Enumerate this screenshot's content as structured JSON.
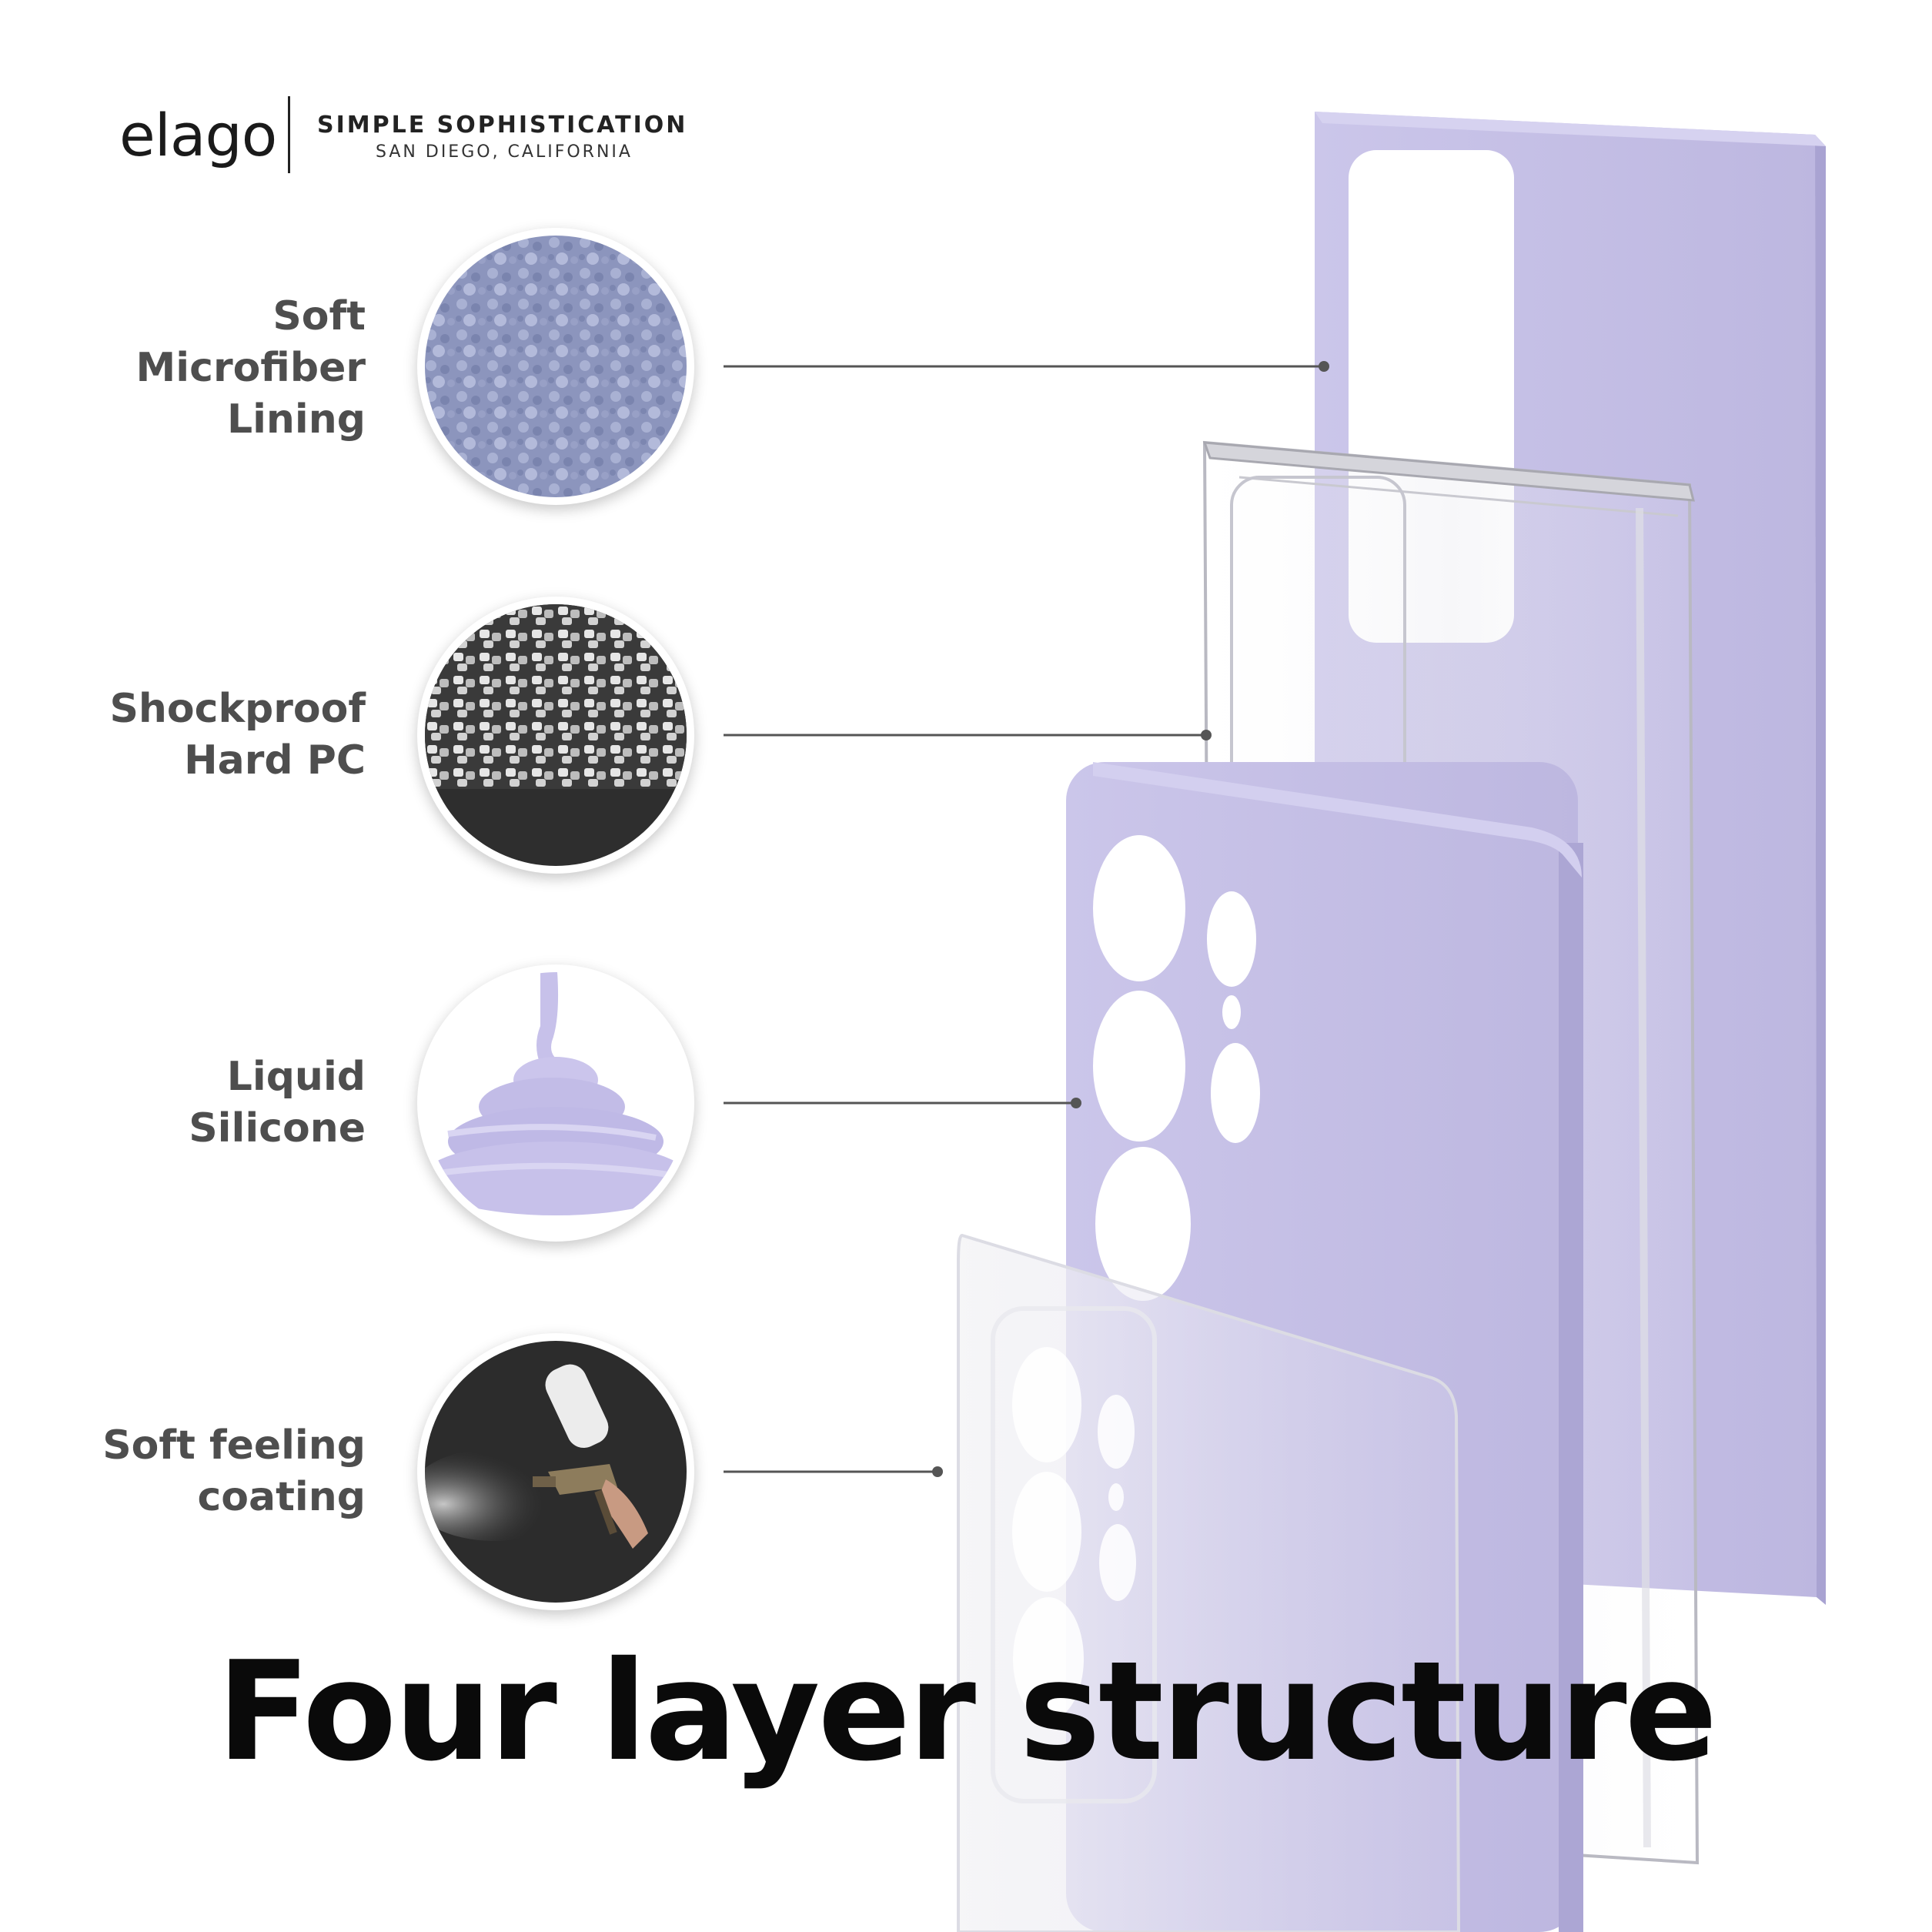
{
  "header": {
    "brand": "elago",
    "tagline": "SIMPLE SOPHISTICATION",
    "location": "SAN DIEGO, CALIFORNIA"
  },
  "features": [
    {
      "lines": [
        "Soft",
        "Microfiber",
        "Lining"
      ],
      "icon": "microfiber-texture-icon"
    },
    {
      "lines": [
        "Shockproof",
        "Hard PC"
      ],
      "icon": "pc-pellets-icon"
    },
    {
      "lines": [
        "Liquid",
        "Silicone"
      ],
      "icon": "silicone-swirl-icon"
    },
    {
      "lines": [
        "Soft feeling",
        "coating"
      ],
      "icon": "spray-gun-icon"
    }
  ],
  "headline": "Four layer structure",
  "colors": {
    "lavender": "#c3bee3",
    "lavender_edge": "#aea8d6",
    "label_gray": "#4e4e4e",
    "leader_line": "#555555"
  }
}
